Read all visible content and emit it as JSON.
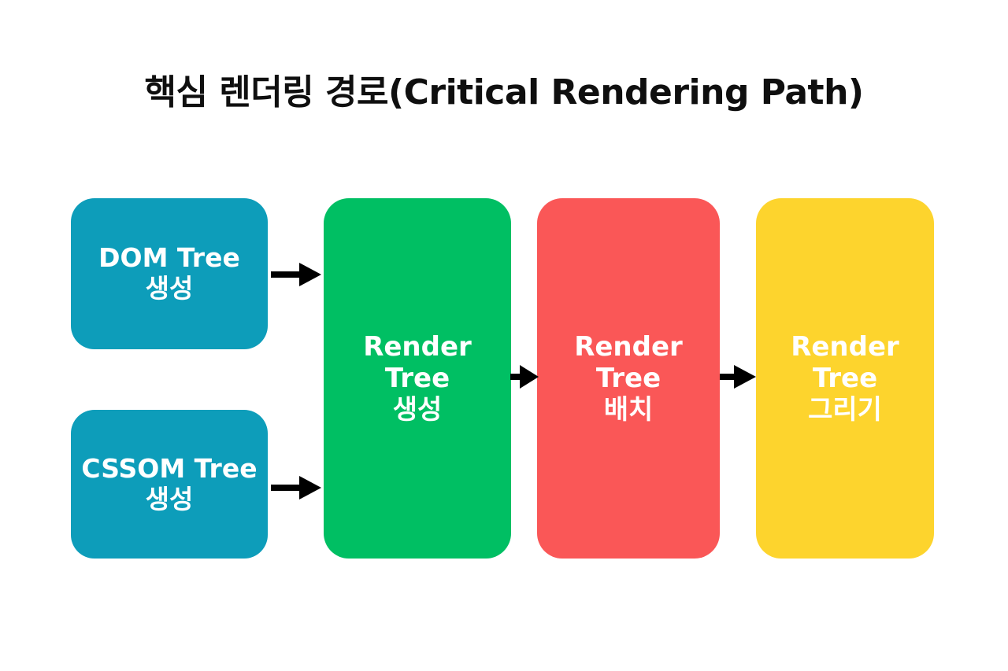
{
  "page": {
    "title": "핵심 렌더링 경로(Critical Rendering Path)",
    "background_color": "#ffffff",
    "title_color": "#0f0f0f"
  },
  "diagram": {
    "type": "flowchart",
    "orientation": "left-to-right",
    "nodes": [
      {
        "id": "dom-tree",
        "label_latin": "DOM Tree",
        "label_hangul": "생성",
        "color": "#0d9dba",
        "text_color": "#ffffff",
        "column": 1,
        "row": 1
      },
      {
        "id": "cssom-tree",
        "label_latin": "CSSOM Tree",
        "label_hangul": "생성",
        "color": "#0d9dba",
        "text_color": "#ffffff",
        "column": 1,
        "row": 2
      },
      {
        "id": "render-tree-create",
        "label_latin_1": "Render",
        "label_latin_2": "Tree",
        "label_hangul": "생성",
        "color": "#00bf63",
        "text_color": "#ffffff",
        "column": 2,
        "row": 0
      },
      {
        "id": "render-tree-layout",
        "label_latin_1": "Render",
        "label_latin_2": "Tree",
        "label_hangul": "배치",
        "color": "#fa5757",
        "text_color": "#ffffff",
        "column": 3,
        "row": 0
      },
      {
        "id": "render-tree-paint",
        "label_latin_1": "Render",
        "label_latin_2": "Tree",
        "label_hangul": "그리기",
        "color": "#fdd42d",
        "text_color": "#ffffff",
        "column": 4,
        "row": 0
      }
    ],
    "arrows": [
      {
        "id": "dom-to-render",
        "from": "dom-tree",
        "to": "render-tree-create",
        "color": "#000000"
      },
      {
        "id": "cssom-to-render",
        "from": "cssom-tree",
        "to": "render-tree-create",
        "color": "#000000"
      },
      {
        "id": "create-to-layout",
        "from": "render-tree-create",
        "to": "render-tree-layout",
        "color": "#000000"
      },
      {
        "id": "layout-to-paint",
        "from": "render-tree-layout",
        "to": "render-tree-paint",
        "color": "#000000"
      }
    ]
  }
}
